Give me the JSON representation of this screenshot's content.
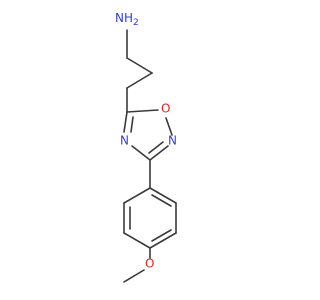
{
  "molecule": {
    "amine_label": "NH",
    "amine_subscript": "2",
    "ring_o_label": "O",
    "ring_n_right_label": "N",
    "ring_n_left_label": "N",
    "ether_o_label": "O"
  },
  "colors": {
    "bond": "#3a3a3a",
    "nitrogen": "#2f43d8",
    "oxygen": "#e0241b",
    "background": "#ffffff"
  }
}
